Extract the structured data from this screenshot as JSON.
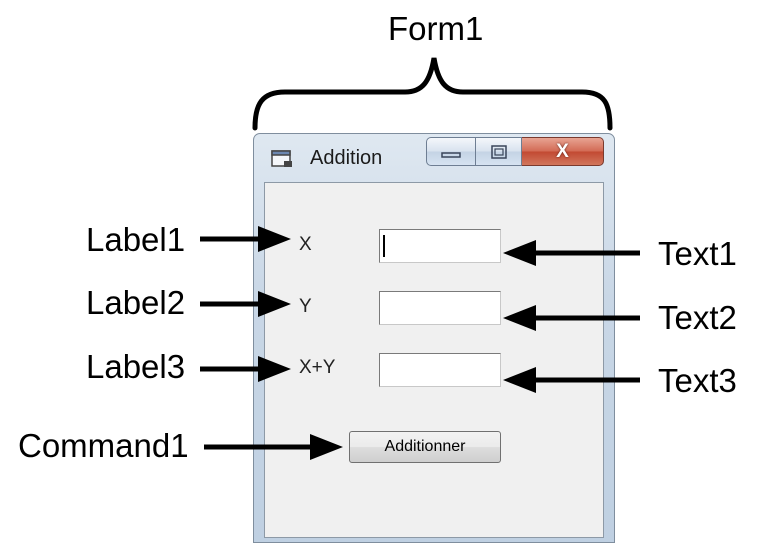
{
  "annotations": {
    "form": "Form1",
    "label1": "Label1",
    "label2": "Label2",
    "label3": "Label3",
    "command1": "Command1",
    "text1": "Text1",
    "text2": "Text2",
    "text3": "Text3"
  },
  "window": {
    "title": "Addition",
    "icon": "window-app-icon",
    "caption_buttons": {
      "minimize_icon": "minimize-icon",
      "maximize_icon": "maximize-icon",
      "close_label": "X"
    }
  },
  "form": {
    "x_label": "X",
    "y_label": "Y",
    "sum_label": "X+Y",
    "text1_value": "",
    "text2_value": "",
    "text3_value": "",
    "button_label": "Additionner"
  },
  "colors": {
    "close_button": "#c9563f",
    "client_background": "#f0f0f0",
    "frame": "#c9d7e6"
  }
}
